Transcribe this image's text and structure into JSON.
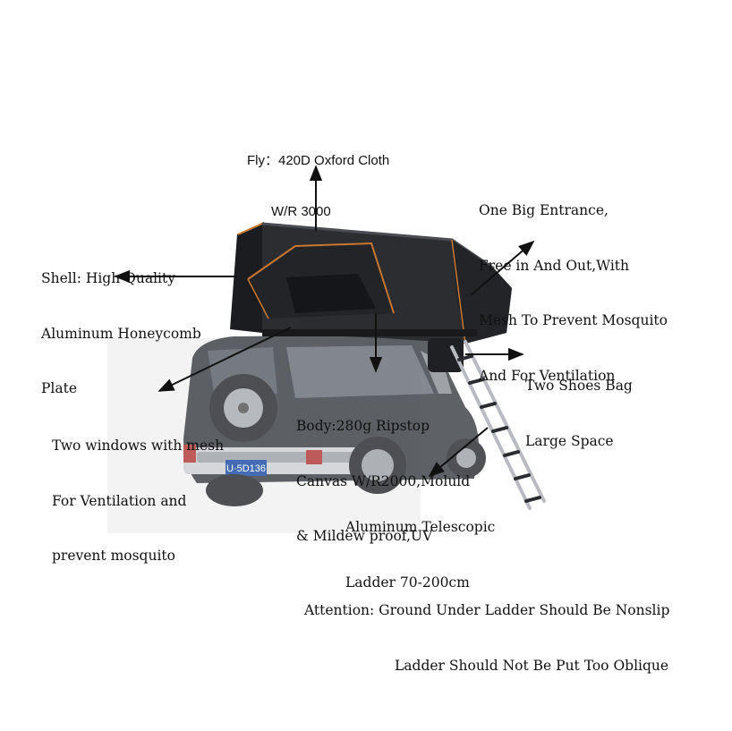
{
  "labels": {
    "fly_line1": "Fly：420D Oxford Cloth",
    "fly_line2": "W/R 3000",
    "entrance_line1": "One Big Entrance,",
    "entrance_line2": "Free in And Out,With",
    "entrance_line3": "Mesh To Prevent Mosquito",
    "entrance_line4": "And For Ventilation",
    "shell_line1": "Shell: High Quality",
    "shell_line2": "Aluminum Honeycomb",
    "shell_line3": "Plate",
    "shoes_line1": "Two Shoes Bag",
    "shoes_line2": "Large Space",
    "body_line1": "Body:280g Ripstop",
    "body_line2": "Canvas W/R2000,Moluld",
    "body_line3": "& Mildew proof,UV",
    "windows_line1": "Two windows with mesh",
    "windows_line2": "For Ventilation and",
    "windows_line3": "prevent mosquito",
    "ladder_line1": "Aluminum Telescopic",
    "ladder_line2": "Ladder 70-200cm",
    "attention_line1": "Attention: Ground Under Ladder Should Be Nonslip",
    "attention_line2": "Ladder Should Not Be Put Too Oblique"
  },
  "photo": {
    "license_plate": "U·5D136",
    "subject": "rooftop-tent-on-suv"
  },
  "colors": {
    "tent_fabric": "#2b2d31",
    "tent_trim": "#c9772f",
    "vehicle_body": "#3b3f44",
    "ladder": "#b8bcc2",
    "arrow": "#111111"
  }
}
